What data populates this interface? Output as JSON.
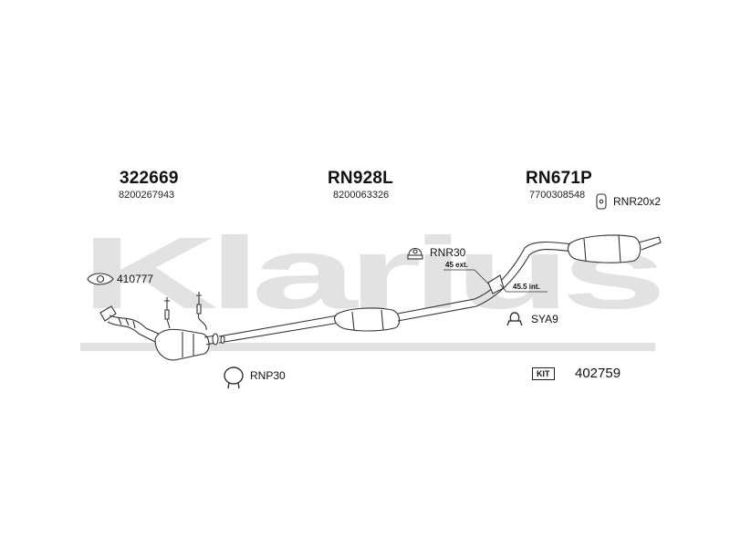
{
  "watermark": {
    "text": "Klarius",
    "color": "#e3e3e3"
  },
  "parts": {
    "p1": {
      "code": "322669",
      "oe": "8200267943"
    },
    "p2": {
      "code": "RN928L",
      "oe": "8200063326"
    },
    "p3": {
      "code": "RN671P",
      "oe": "7700308548"
    }
  },
  "fittings": {
    "gasket": "410777",
    "rnp30": "RNP30",
    "rnr30": "RNR30",
    "rnr20": "RNR20x2",
    "sya9": "SYA9",
    "kit_label": "KIT",
    "kit_number": "402759"
  },
  "annotations": {
    "ext": "45 ext.",
    "int": "45.5 int."
  },
  "colors": {
    "line": "#333333",
    "fill": "#ffffff"
  }
}
